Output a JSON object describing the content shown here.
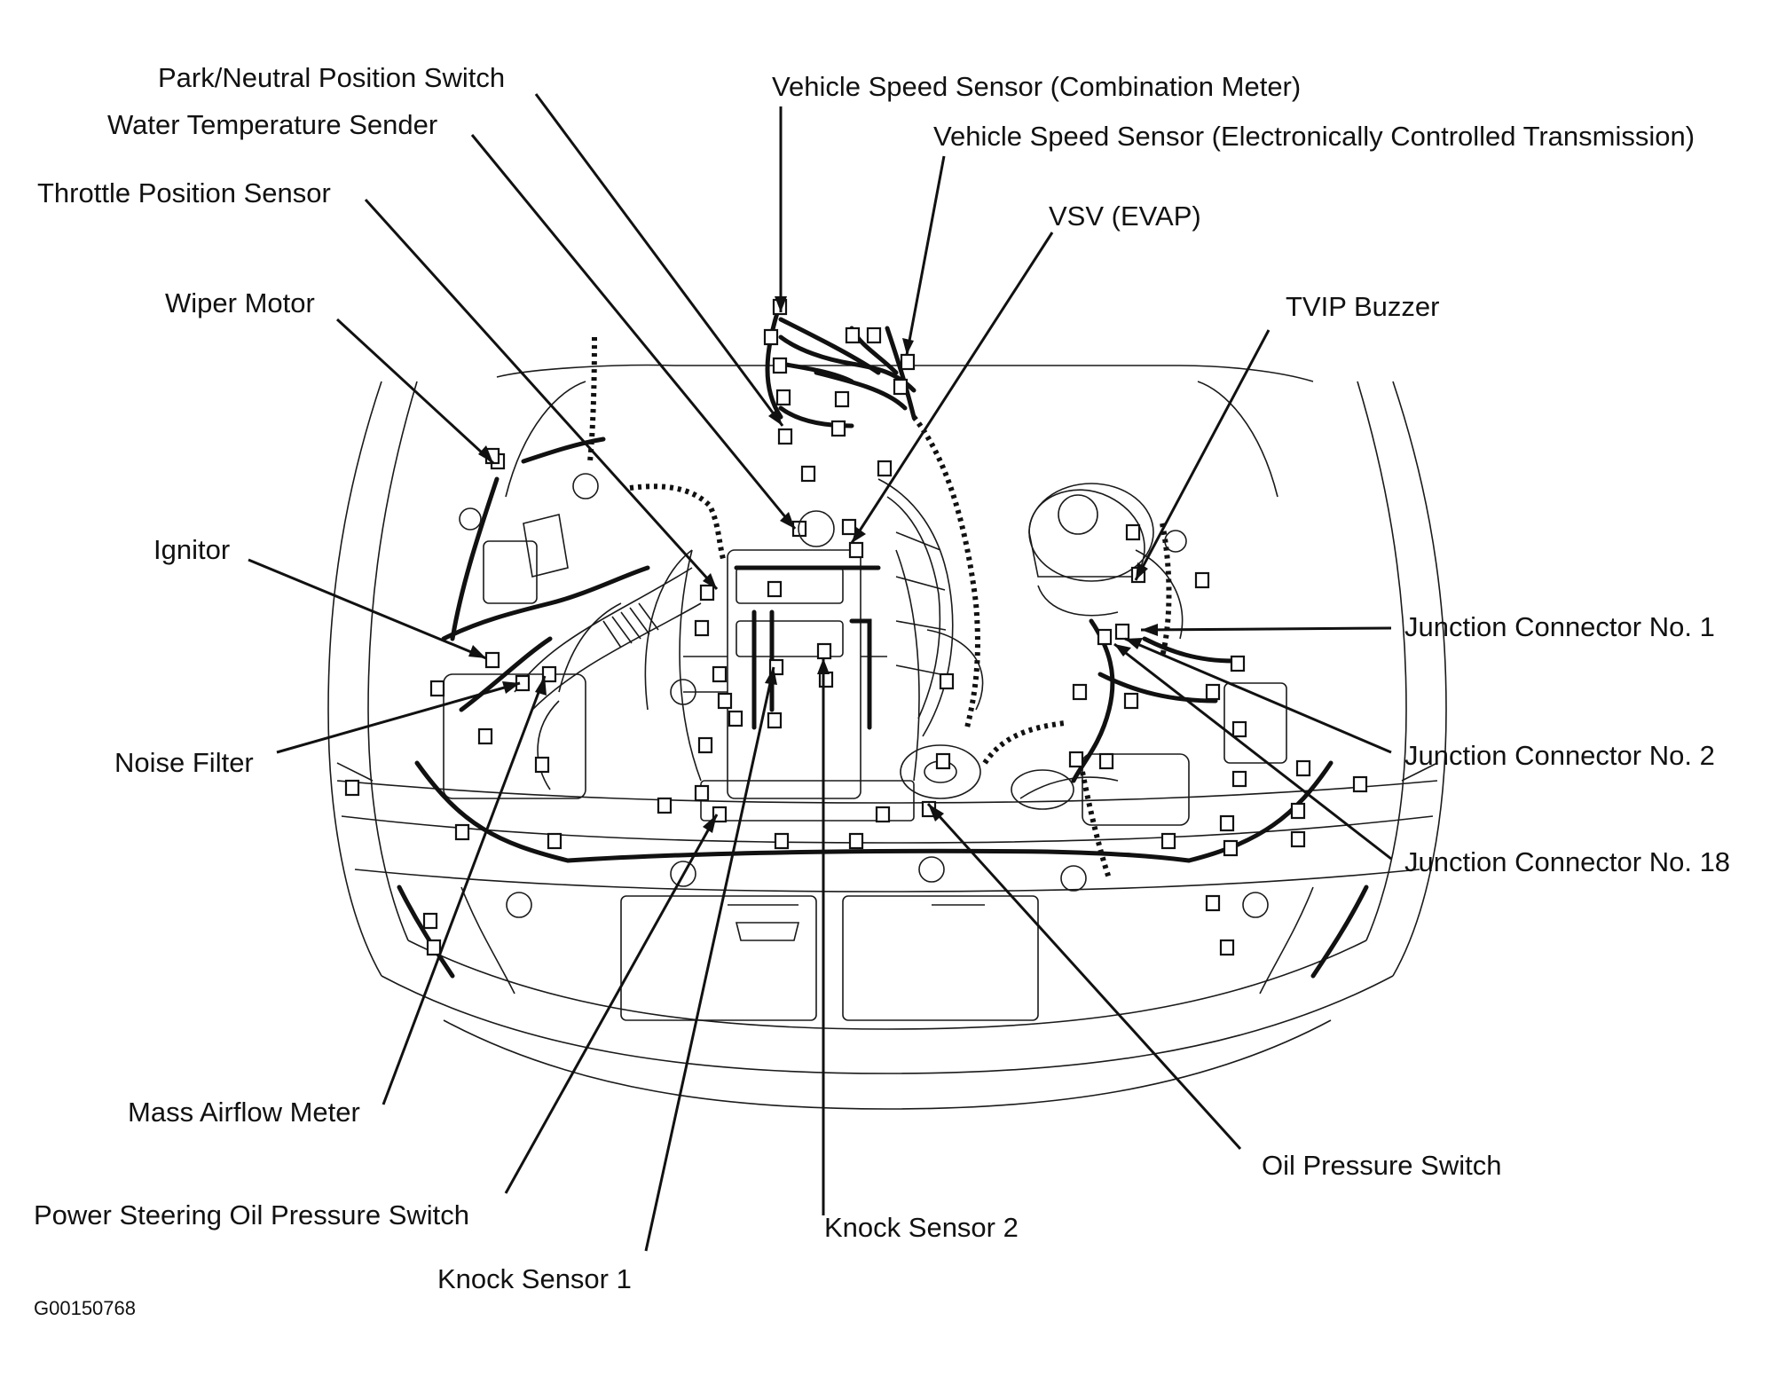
{
  "labels": {
    "park_neutral": "Park/Neutral Position Switch",
    "water_temp": "Water Temperature Sender",
    "throttle_pos": "Throttle Position Sensor",
    "wiper_motor": "Wiper Motor",
    "ignitor": "Ignitor",
    "noise_filter": "Noise Filter",
    "mass_airflow": "Mass Airflow Meter",
    "ps_oil_pressure": "Power Steering Oil Pressure Switch",
    "knock_1": "Knock Sensor 1",
    "knock_2": "Knock Sensor 2",
    "oil_pressure": "Oil Pressure Switch",
    "vss_combination": "Vehicle Speed Sensor (Combination Meter)",
    "vss_ect": "Vehicle Speed Sensor (Electronically Controlled Transmission)",
    "vsv_evap": "VSV (EVAP)",
    "tvip_buzzer": "TVIP Buzzer",
    "junction_1": "Junction Connector No. 1",
    "junction_2": "Junction Connector No. 2",
    "junction_18": "Junction Connector No. 18"
  },
  "figure_code": "G00150768"
}
